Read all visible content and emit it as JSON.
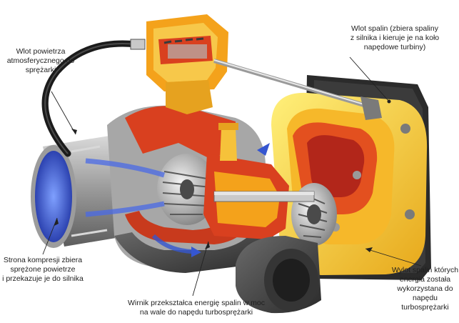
{
  "labels": {
    "air_intake": "Wlot powietrza\natmosferycznego do\nsprężarki",
    "exhaust_inlet": "Wlot spalin (zbiera spaliny\nz silnika i kieruje je na koło\nnapędowe turbiny)",
    "compressor_side": "Strona kompresji zbiera\nsprężone powietrze\ni przekazuje je do silnika",
    "turbine_wheel": "Wirnik przekształca energię spalin w moc\nna wale do napędu turbosprężarki",
    "exhaust_outlet": "Wylot spalin których\nenergia została\nwykorzystana do\nnapędu\nturbosprężarki"
  },
  "colors": {
    "housing_red": "#d9401f",
    "housing_orange": "#f4a21b",
    "housing_yellow": "#f7d54a",
    "housing_grey": "#9a9a9a",
    "dark_grey": "#444444",
    "air_blue": "#3c5fd6",
    "leader_line": "#222222"
  }
}
